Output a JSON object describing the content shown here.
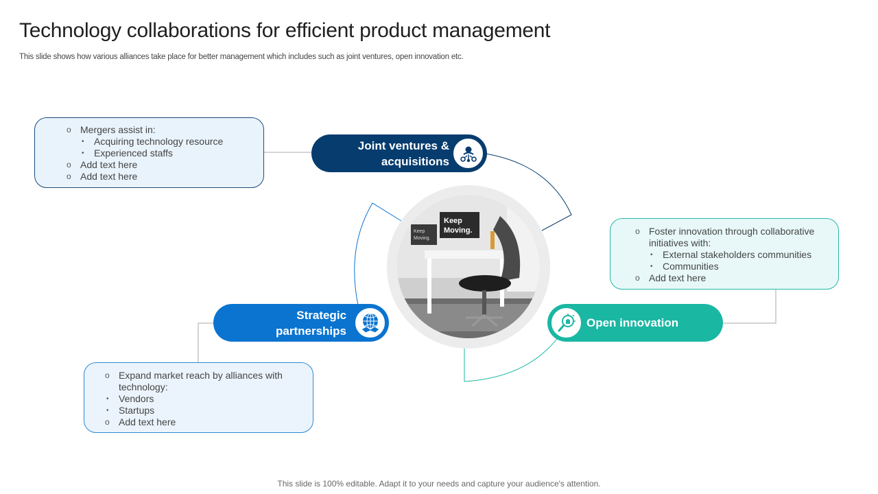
{
  "header": {
    "title": "Technology collaborations for efficient product management",
    "subtitle": "This slide shows how various alliances take place for better management which includes such as joint ventures, open innovation etc."
  },
  "footer": {
    "text": "This slide is 100% editable. Adapt it to your needs and capture your audience's attention."
  },
  "colors": {
    "joint_ventures": "#063c6e",
    "strategic": "#0a74d0",
    "open_innovation": "#1ab7a3"
  },
  "center_image": {
    "screen_line1": "Keep",
    "screen_line2": "Moving.",
    "laptop_line1": "Keep",
    "laptop_line2": "Moving."
  },
  "joint_ventures": {
    "label_line1": "Joint ventures &",
    "label_line2": "acquisitions",
    "icon": "people-network-icon",
    "box": {
      "item1": "Mergers assist in:",
      "sub1": "Acquiring technology resource",
      "sub2": "Experienced staffs",
      "item2": "Add text here",
      "item3": "Add text here"
    }
  },
  "strategic": {
    "label_line1": "Strategic",
    "label_line2": "partnerships",
    "icon": "globe-handshake-icon",
    "box": {
      "item1_line1": "Expand market reach by alliances with",
      "item1_line2": "technology:",
      "sub1": "Vendors",
      "sub2": "Startups",
      "item2": "Add text here"
    }
  },
  "open_innovation": {
    "label": "Open innovation",
    "icon": "lightbulb-search-icon",
    "box": {
      "item1_line1": "Foster innovation through collaborative",
      "item1_line2": "initiatives with:",
      "sub1": "External stakeholders communities",
      "sub2": "Communities",
      "item2": "Add text here"
    }
  }
}
